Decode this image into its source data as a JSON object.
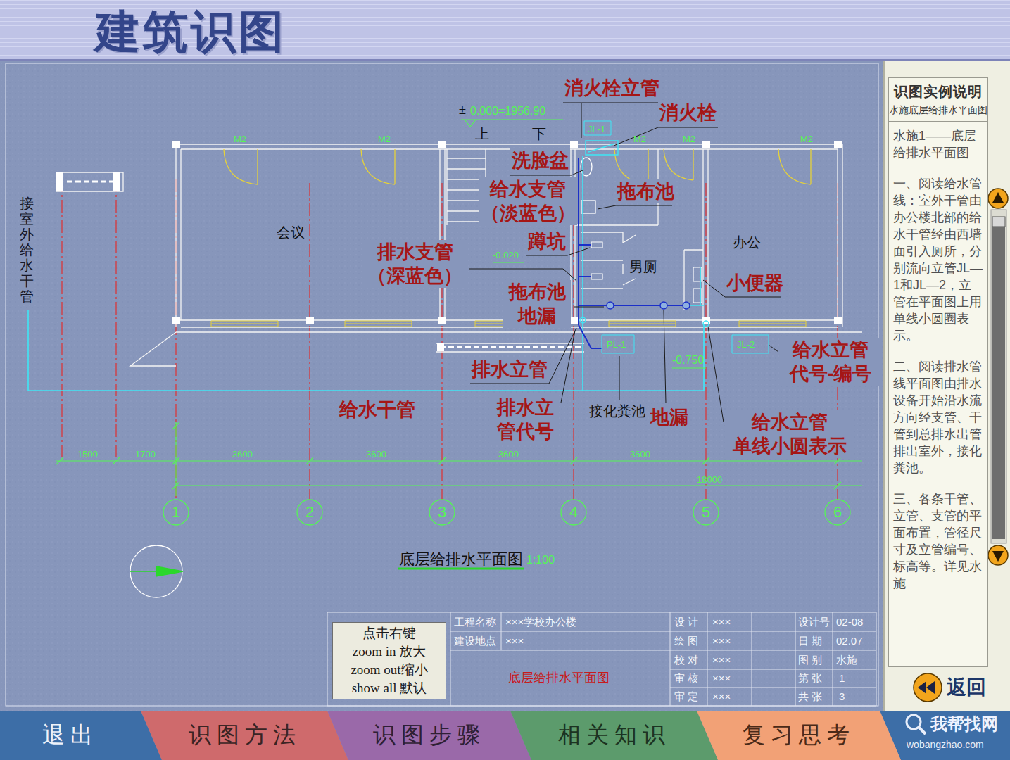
{
  "diagram": {
    "title": "建筑识图",
    "caption": "底层给排水平面图",
    "nodes": [
      {
        "text": [
          "识图实例说明",
          "水施底层给排水平面图"
        ]
      },
      {
        "text": [
          "水施1——底层给排水平面图",
          "一、阅读给水管线：室外干管由办公楼北部的给水干管经由西墙面引入厕所，分别流向立管JL—1和JL—2，立管在平面图上用单线小圆圈表示。",
          "二、阅读排水管线平面图由排水设备开始沿水流方向经支管、干管到总排水出管排出室外，接化粪池。",
          "三、各条干管、立管、支管的平面布置，管径尺寸及立管编号、标高等。详见水施"
        ]
      },
      {
        "text": [
          "返回"
        ]
      },
      {
        "text": [
          "点击右键",
          "zoom in 放大",
          "zoom out缩小",
          "show all 默认"
        ]
      },
      {
        "text": [
          "退出"
        ]
      },
      {
        "text": [
          "识图方法"
        ]
      },
      {
        "text": [
          "识图步骤"
        ]
      },
      {
        "text": [
          "相关知识"
        ]
      },
      {
        "text": [
          "复习思考"
        ]
      }
    ],
    "labels": [
      "消火栓立管",
      "消火栓",
      "洗脸盆",
      "给水支管 （淡蓝色）",
      "拖布池",
      "蹲坑",
      "排水支管 （深蓝色）",
      "拖布池 地漏",
      "小便器",
      "排水立管",
      "给水立管 代号-编号",
      "给水干管",
      "排水立 管代号",
      "地漏",
      "给水立管 单线小圆表示",
      "接化粪池",
      "会议",
      "办公",
      "男厕",
      "上",
      "下",
      "接室外给水干管",
      "±",
      "0.000=1956.90",
      "JL-1",
      "-0.020",
      "PL-1",
      "-0.750",
      "JL-2",
      "M2",
      "M2",
      "M2",
      "M2",
      "M2",
      "1500",
      "1700",
      "3600",
      "3600",
      "3600",
      "3600",
      "18000",
      "1",
      "2",
      "3",
      "4",
      "5",
      "6",
      "1:100",
      "工程名称",
      "×××学校办公楼",
      "建设地点",
      "×××",
      "底层给排水平面图",
      "设 计",
      "×××",
      "绘 图",
      "×××",
      "校 对",
      "×××",
      "审 核",
      "×××",
      "审 定",
      "×××",
      "设计号",
      "02-08",
      "日 期",
      "02.07",
      "图 别",
      "水施",
      "第 张",
      "1",
      "共 张",
      "3",
      "我帮找网",
      "wobangzhao.com"
    ]
  }
}
